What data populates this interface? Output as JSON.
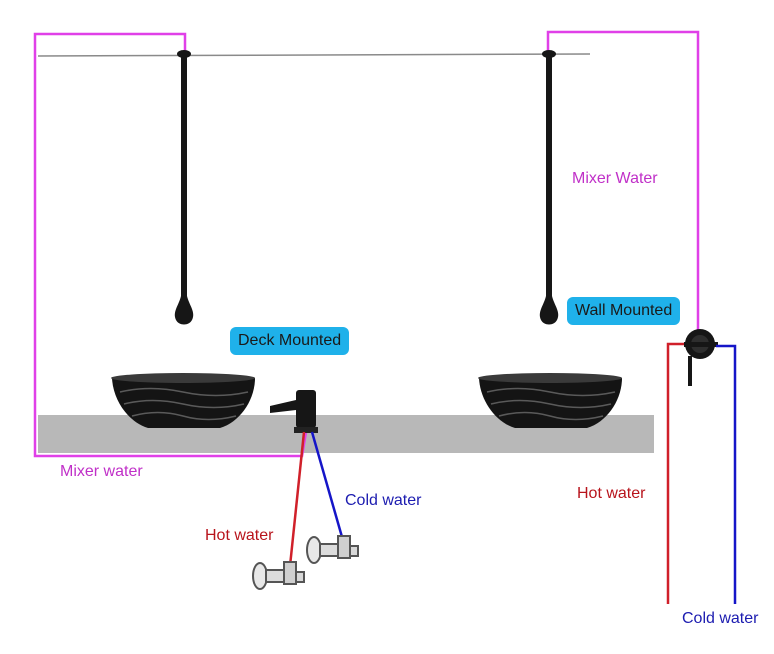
{
  "labels": {
    "mixer_water_top": "Mixer Water",
    "mixer_water_bottom": "Mixer water",
    "deck_mounted": "Deck Mounted",
    "wall_mounted": "Wall Mounted",
    "hot_water_left": "Hot water",
    "cold_water_left": "Cold water",
    "hot_water_right": "Hot water",
    "cold_water_right": "Cold water"
  },
  "colors": {
    "mixer_pipe": "#e040e8",
    "hot_pipe": "#d0202a",
    "cold_pipe": "#1515c8",
    "mixer_text": "#c030c8",
    "hot_text": "#b8141c",
    "cold_text": "#1c1cb0",
    "countertop": "#b8b8b8",
    "badge": "#1fb1ea",
    "fixture": "#161616"
  }
}
